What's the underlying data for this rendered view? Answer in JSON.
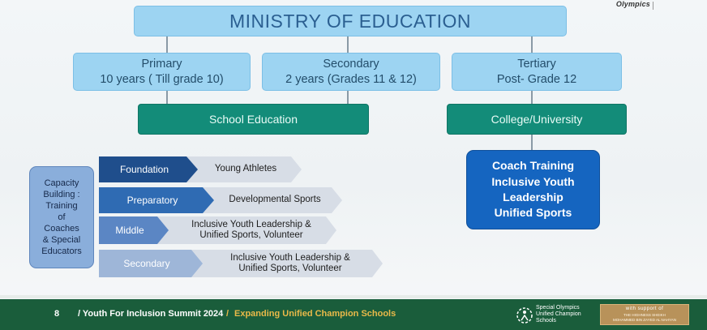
{
  "header_logo": "Olympics",
  "ministry": "MINISTRY OF EDUCATION",
  "primary": {
    "title": "Primary",
    "subtitle": "10 years ( Till grade 10)"
  },
  "secondary": {
    "title": "Secondary",
    "subtitle": "2 years (Grades 11 & 12)"
  },
  "tertiary": {
    "title": "Tertiary",
    "subtitle": "Post- Grade 12"
  },
  "school_education": "School Education",
  "college": "College/University",
  "college_box": {
    "lines": [
      "Coach Training",
      "Inclusive Youth",
      "Leadership",
      "Unified Sports"
    ]
  },
  "capacity": {
    "lines": [
      "Capacity",
      "Building :",
      "Training",
      "of",
      "Coaches",
      "& Special",
      "Educators"
    ]
  },
  "stages": [
    {
      "label": "Foundation",
      "description": [
        "Young Athletes"
      ]
    },
    {
      "label": "Preparatory",
      "description": [
        "Developmental Sports"
      ]
    },
    {
      "label": "Middle",
      "description": [
        "Inclusive Youth Leadership &",
        "Unified Sports, Volunteer"
      ]
    },
    {
      "label": "Secondary",
      "description": [
        "Inclusive Youth Leadership &",
        "Unified Sports, Volunteer"
      ]
    }
  ],
  "footer": {
    "page": "8",
    "event": "/ Youth For Inclusion Summit 2024",
    "separator": "/",
    "topic": "Expanding Unified Champion Schools",
    "logo_lines": [
      "Special Olympics",
      "Unified Champion",
      "Schools"
    ],
    "support_label": "with support of",
    "support_small_1": "THE HIGHNESS SHEIKH",
    "support_small_2": "MOHAMMED BIN ZAYED AL NAHYAN"
  },
  "colors": {
    "light_blue": "#9dd4f2",
    "teal": "#138c79",
    "navy": "#1f4e8c",
    "royal": "#0f5fb7",
    "footer_green": "#1a5d3b",
    "footer_accent": "#e9b949"
  }
}
